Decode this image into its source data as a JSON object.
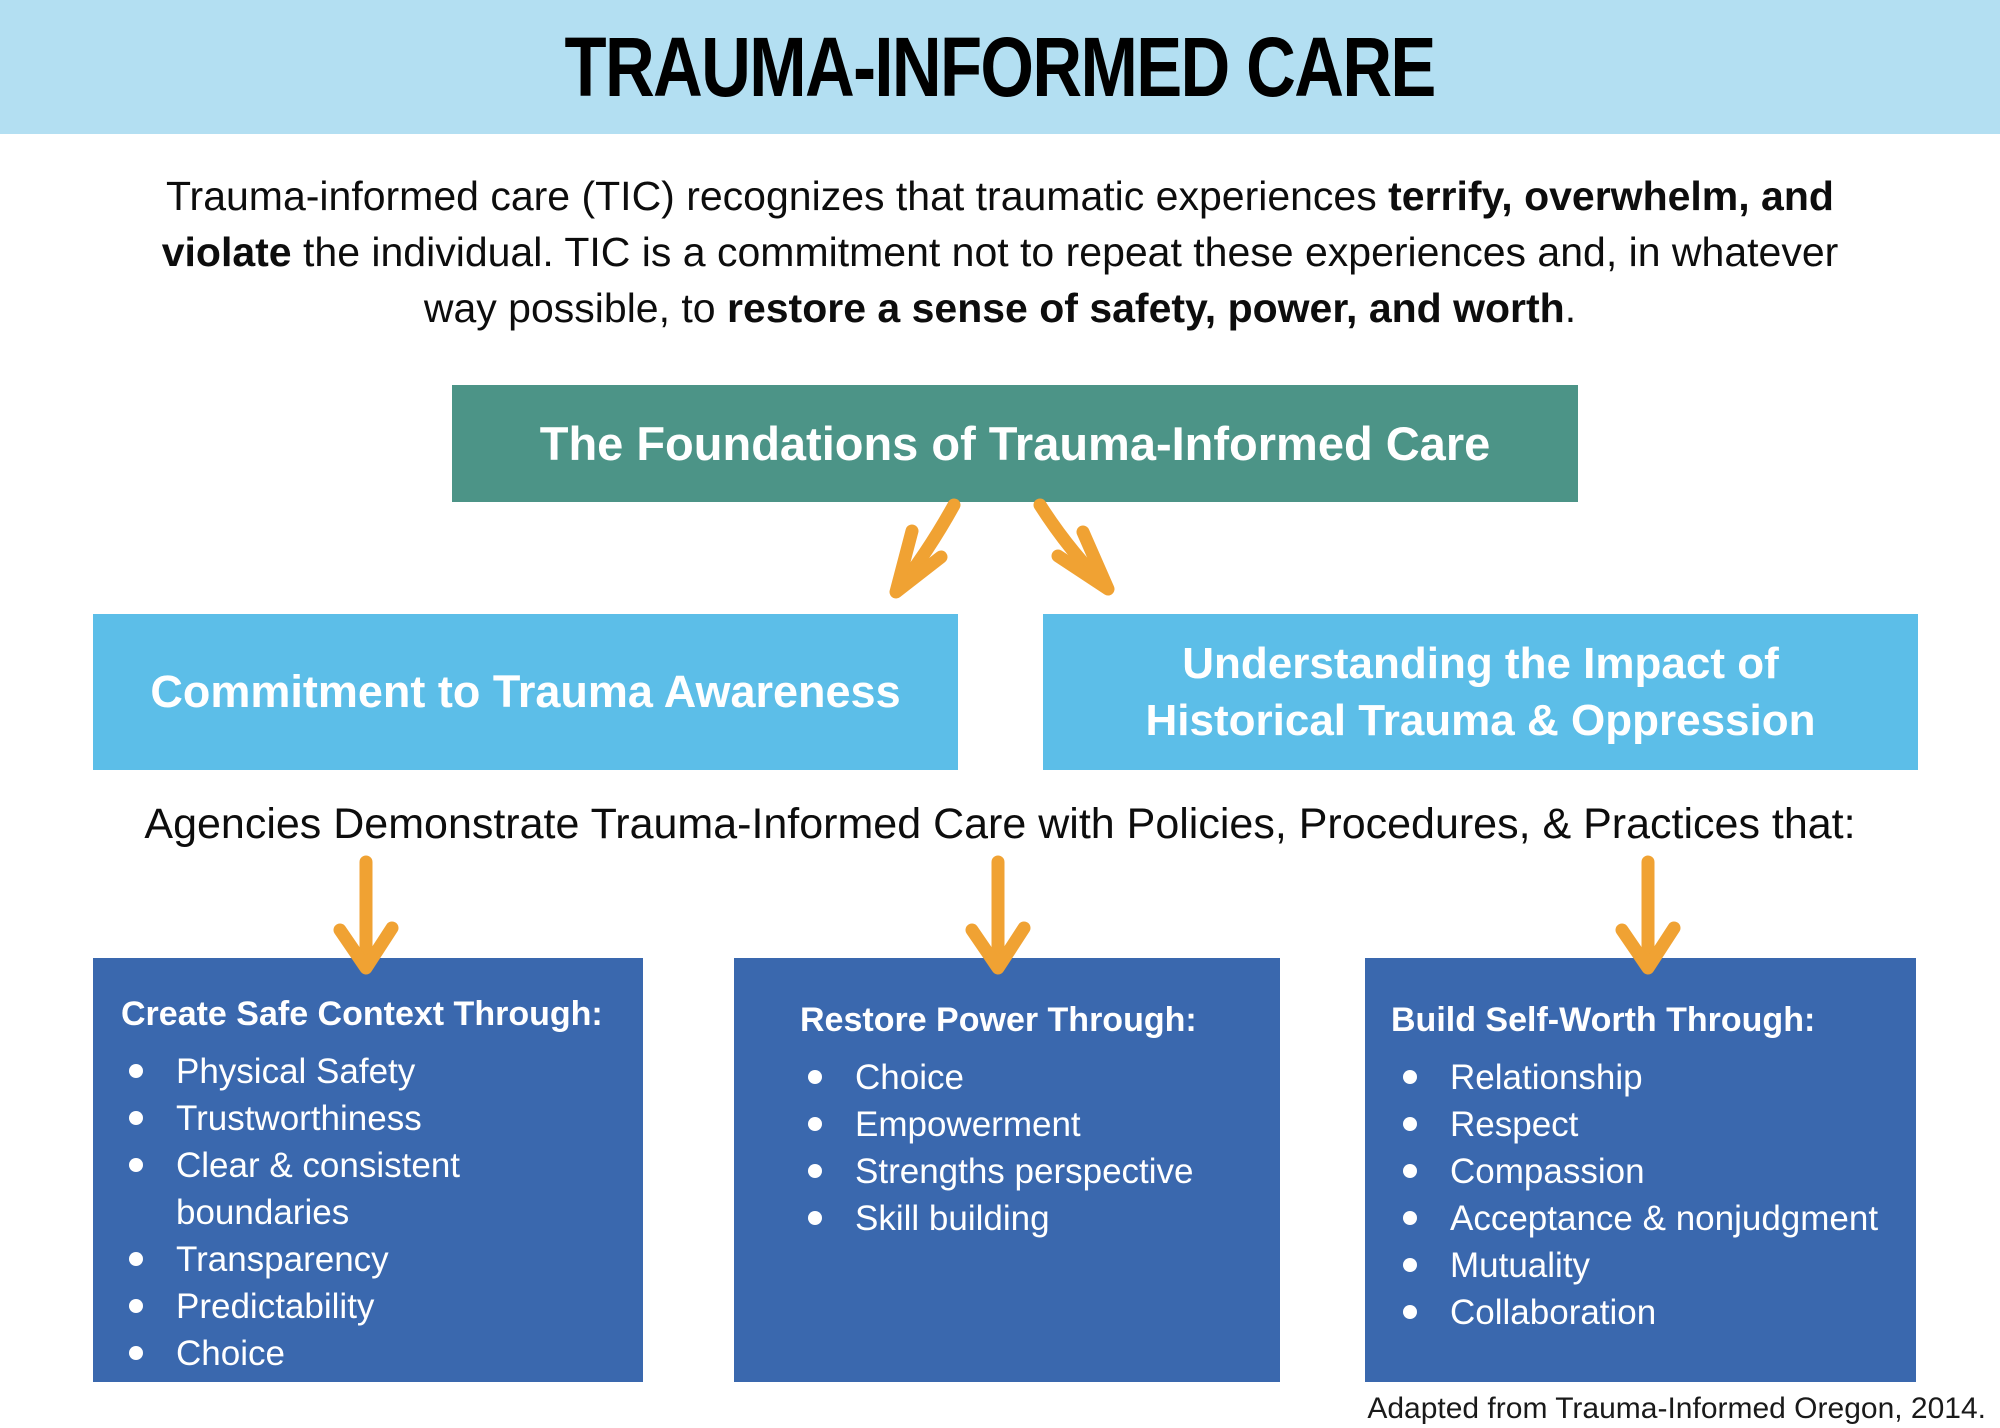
{
  "header": {
    "title": "TRAUMA-INFORMED CARE"
  },
  "intro": {
    "line1_normal": "Trauma-informed care (TIC) recognizes that traumatic experiences ",
    "line1_bold": "terrify, overwhelm, and",
    "line2_bold": "violate",
    "line2_normal": " the individual. TIC is a commitment not to repeat these experiences and, in whatever",
    "line3_normal": "way possible, to ",
    "line3_bold": "restore a sense of safety, power, and worth",
    "line3_period": "."
  },
  "foundations_box": {
    "label": "The Foundations of Trauma-Informed Care"
  },
  "branch_boxes": {
    "left": {
      "label": "Commitment to Trauma Awareness"
    },
    "right": {
      "label_line1": "Understanding the Impact of",
      "label_line2": "Historical Trauma & Oppression"
    }
  },
  "agencies_line": "Agencies Demonstrate Trauma-Informed Care with Policies, Procedures, & Practices that:",
  "pillars": [
    {
      "heading": "Create Safe Context Through:",
      "items": [
        "Physical Safety",
        "Trustworthiness",
        "Clear & consistent boundaries",
        "Transparency",
        "Predictability",
        "Choice"
      ]
    },
    {
      "heading": "Restore Power Through:",
      "items": [
        "Choice",
        "Empowerment",
        "Strengths perspective",
        "Skill building"
      ]
    },
    {
      "heading": "Build Self-Worth Through:",
      "items": [
        "Relationship",
        "Respect",
        "Compassion",
        "Acceptance & nonjudgment",
        "Mutuality",
        "Collaboration"
      ]
    }
  ],
  "attribution": "Adapted from Trauma-Informed Oregon, 2014.",
  "icons": {
    "branch_arrows": "orange-diverging-down-arrows",
    "pillar_arrows": "orange-down-arrow"
  },
  "colors": {
    "banner_bg": "#B3DFF2",
    "foundations_bg": "#4C9487",
    "branch_bg": "#5CBEE8",
    "pillar_bg": "#3A68AE",
    "arrow_orange": "#F0A233",
    "text_dark": "#0D0D0D",
    "text_light": "#FFFFFF"
  }
}
